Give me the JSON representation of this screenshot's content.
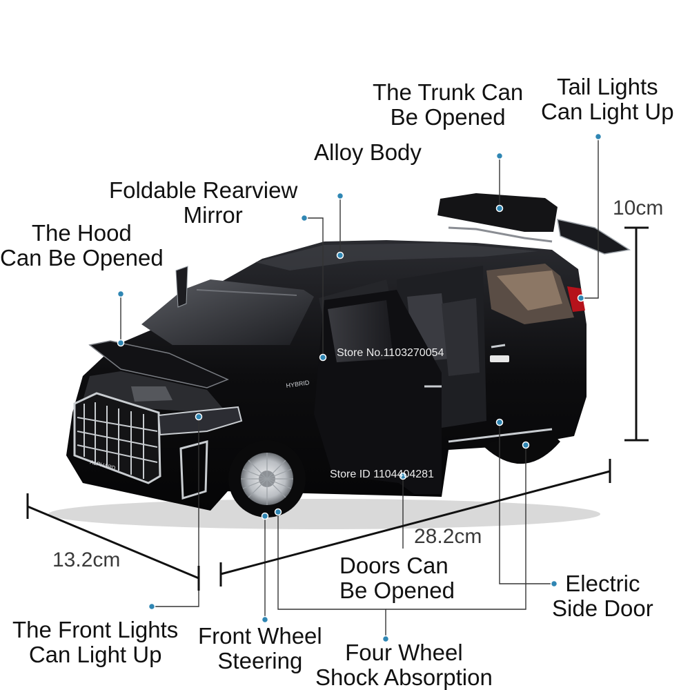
{
  "labels": {
    "trunk": [
      "The Trunk Can",
      "Be Opened"
    ],
    "tail_lights": [
      "Tail Lights",
      "Can Light Up"
    ],
    "alloy_body": [
      "Alloy Body"
    ],
    "mirror": [
      "Foldable Rearview",
      "Mirror"
    ],
    "hood": [
      "The Hood",
      "Can Be Opened"
    ],
    "front_lights": [
      "The Front Lights",
      "Can Light Up"
    ],
    "front_wheel": [
      "Front Wheel",
      "Steering"
    ],
    "four_wheel": [
      "Four Wheel",
      "Shock Absorption"
    ],
    "doors": [
      "Doors Can",
      "Be Opened"
    ],
    "electric_door": [
      "Electric",
      "Side Door"
    ]
  },
  "dimensions": {
    "height": "10cm",
    "length": "28.2cm",
    "width": "13.2cm"
  },
  "watermarks": {
    "store_no": "Store No.1103270054",
    "store_id": "Store ID 1104404281"
  },
  "car_badges": {
    "front": "ALPHARD",
    "side": "HYBRID"
  },
  "colors": {
    "background": "#ffffff",
    "callout_line": "#333333",
    "callout_dot": "#2f86b3",
    "car_body": "#0d0d0f",
    "chrome": "#c9cdd1"
  }
}
